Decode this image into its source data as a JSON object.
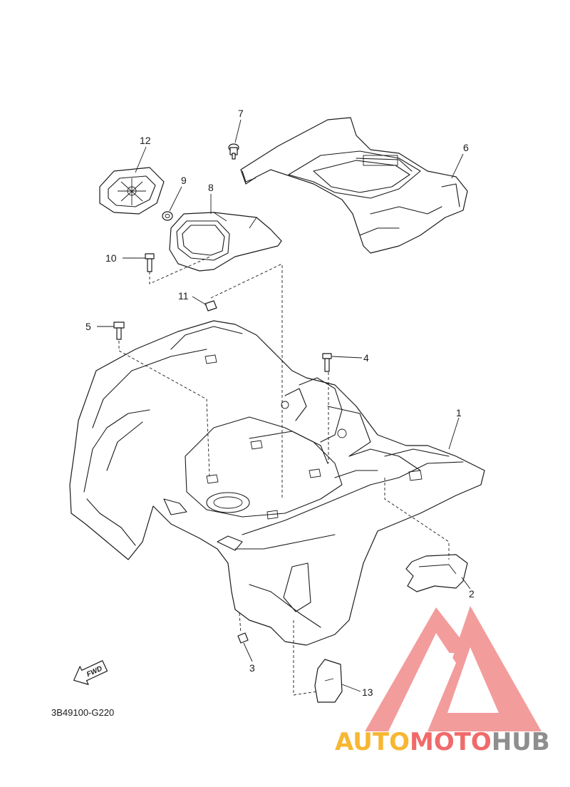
{
  "part_code": "3B49100-G220",
  "fwd_label": "FWD",
  "callouts": [
    {
      "id": "1",
      "label": "1"
    },
    {
      "id": "2",
      "label": "2"
    },
    {
      "id": "3",
      "label": "3"
    },
    {
      "id": "4",
      "label": "4"
    },
    {
      "id": "5",
      "label": "5"
    },
    {
      "id": "6",
      "label": "6"
    },
    {
      "id": "7",
      "label": "7"
    },
    {
      "id": "8",
      "label": "8"
    },
    {
      "id": "9",
      "label": "9"
    },
    {
      "id": "10",
      "label": "10"
    },
    {
      "id": "11",
      "label": "11"
    },
    {
      "id": "12",
      "label": "12"
    },
    {
      "id": "13",
      "label": "13"
    }
  ],
  "watermark": {
    "part1": "AUTO",
    "part2": "MOTO",
    "part3": "HUB",
    "color_orange": "#f7b733",
    "color_red": "#f06a6a",
    "color_gray": "#8e8e8e",
    "logo_color": "#f28b8b"
  }
}
